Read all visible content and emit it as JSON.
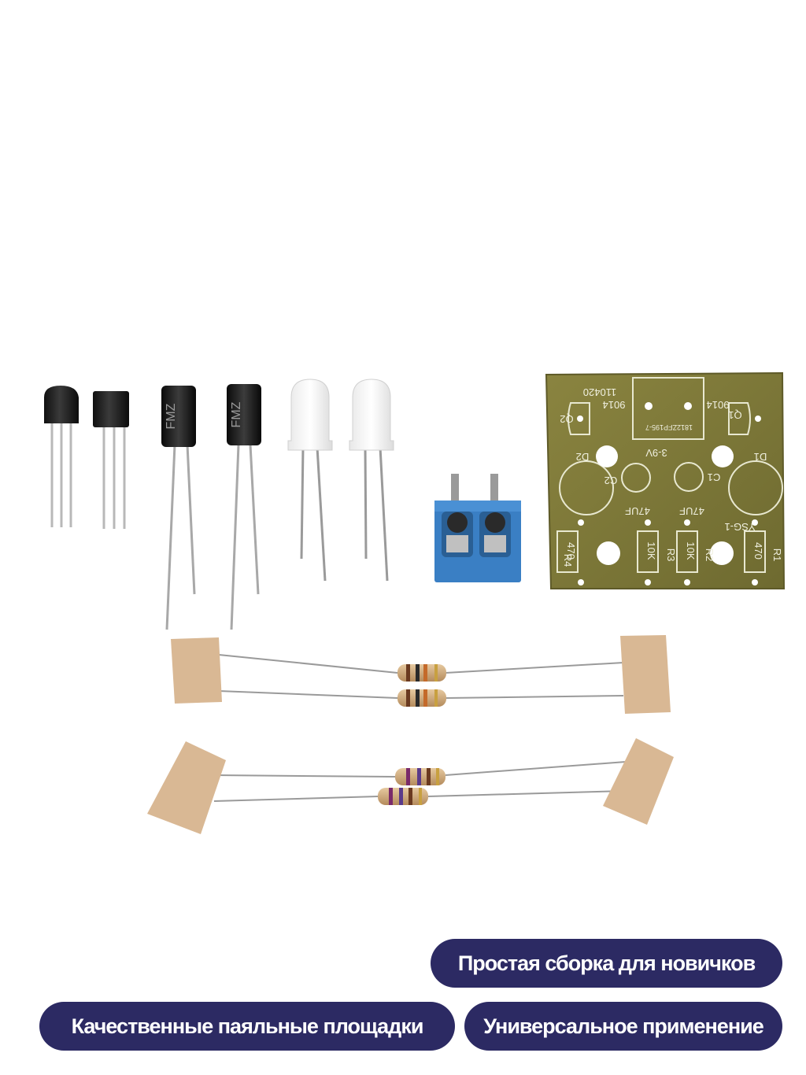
{
  "badges": [
    {
      "text": "Простая сборка для новичков"
    },
    {
      "text": "Качественные паяльные площадки"
    },
    {
      "text": "Универсальное применение"
    }
  ],
  "components": {
    "capacitor_mark": "FMZ",
    "pcb": {
      "code": "110420",
      "model": "YSG-1",
      "voltage": "3-9V",
      "chip": "1812ZFP195-7",
      "q1": "Q1",
      "q2": "Q2",
      "q1_type": "9014",
      "q2_type": "9014",
      "d1": "D1",
      "d2": "D2",
      "c1": "C1",
      "c2": "C2",
      "cap_value": "47UF",
      "r1": "R1",
      "r2": "R2",
      "r3": "R3",
      "r4": "R4",
      "r_outer": "470",
      "r_inner": "10K"
    }
  },
  "colors": {
    "badge": "#2c2a63",
    "pcb": "#7a7a3a",
    "terminal": "#3a7fc4",
    "resistor": "#c9a67a",
    "tape": "#d9b894"
  }
}
